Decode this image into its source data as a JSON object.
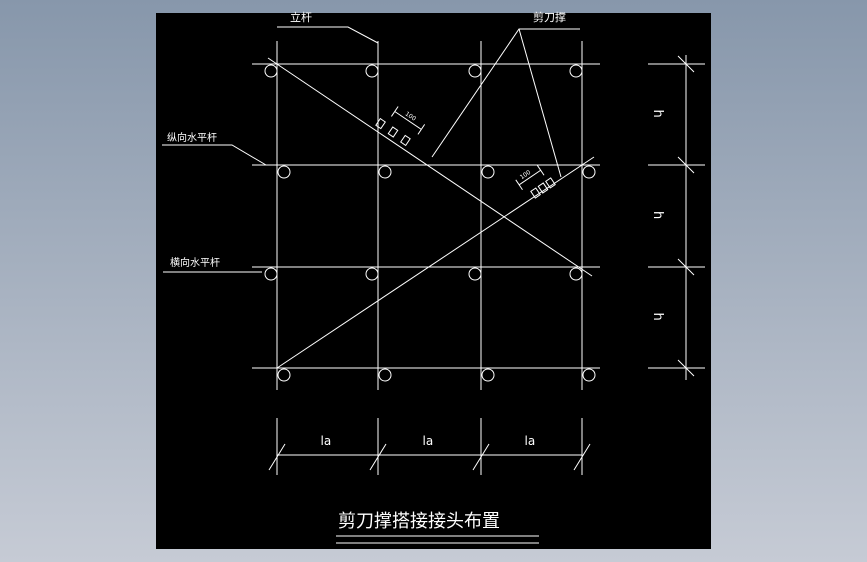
{
  "drawing": {
    "title": "剪刀撑搭接接头布置",
    "labels": {
      "pole": "立杆",
      "scissor_brace": "剪刀撑",
      "longitudinal_bar": "纵向水平杆",
      "transverse_bar": "横向水平杆"
    },
    "splice_dim_1": "100",
    "splice_dim_2": "100",
    "bottom_dims": [
      "la",
      "la",
      "la"
    ],
    "right_dims": [
      "h",
      "h",
      "h"
    ],
    "colors": {
      "canvas": "#000000",
      "lines": "#ffffff"
    }
  }
}
